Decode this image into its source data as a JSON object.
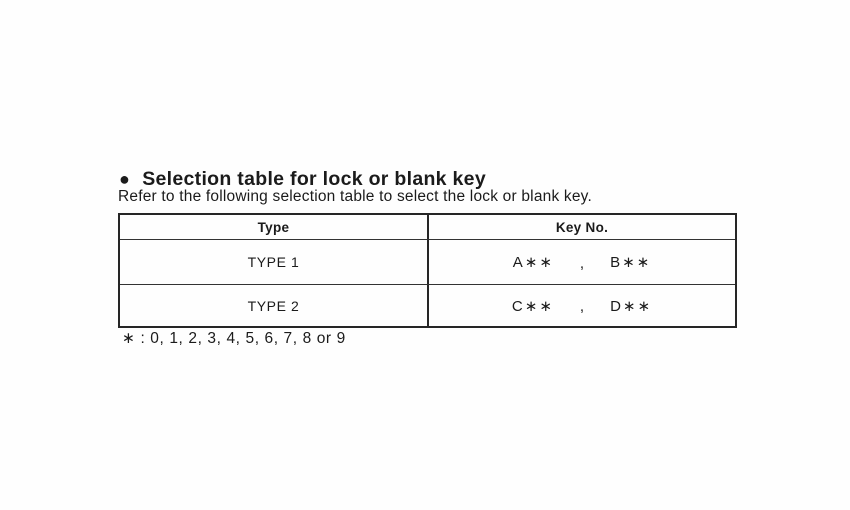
{
  "page": {
    "background": "#fefefe",
    "text_color": "#1b1b1b",
    "border_color": "#262626"
  },
  "heading": {
    "bullet": "●",
    "title": "Selection table for lock or blank key"
  },
  "intro": "Refer to the following selection table to select the lock or blank key.",
  "table": {
    "columns": [
      "Type",
      "Key No."
    ],
    "rows": [
      {
        "type": "TYPE 1",
        "key_parts": [
          "A∗∗",
          ",",
          "B∗∗"
        ]
      },
      {
        "type": "TYPE 2",
        "key_parts": [
          "C∗∗",
          ",",
          "D∗∗"
        ]
      }
    ]
  },
  "footnote": "∗ : 0, 1, 2, 3, 4, 5, 6, 7, 8 or 9"
}
